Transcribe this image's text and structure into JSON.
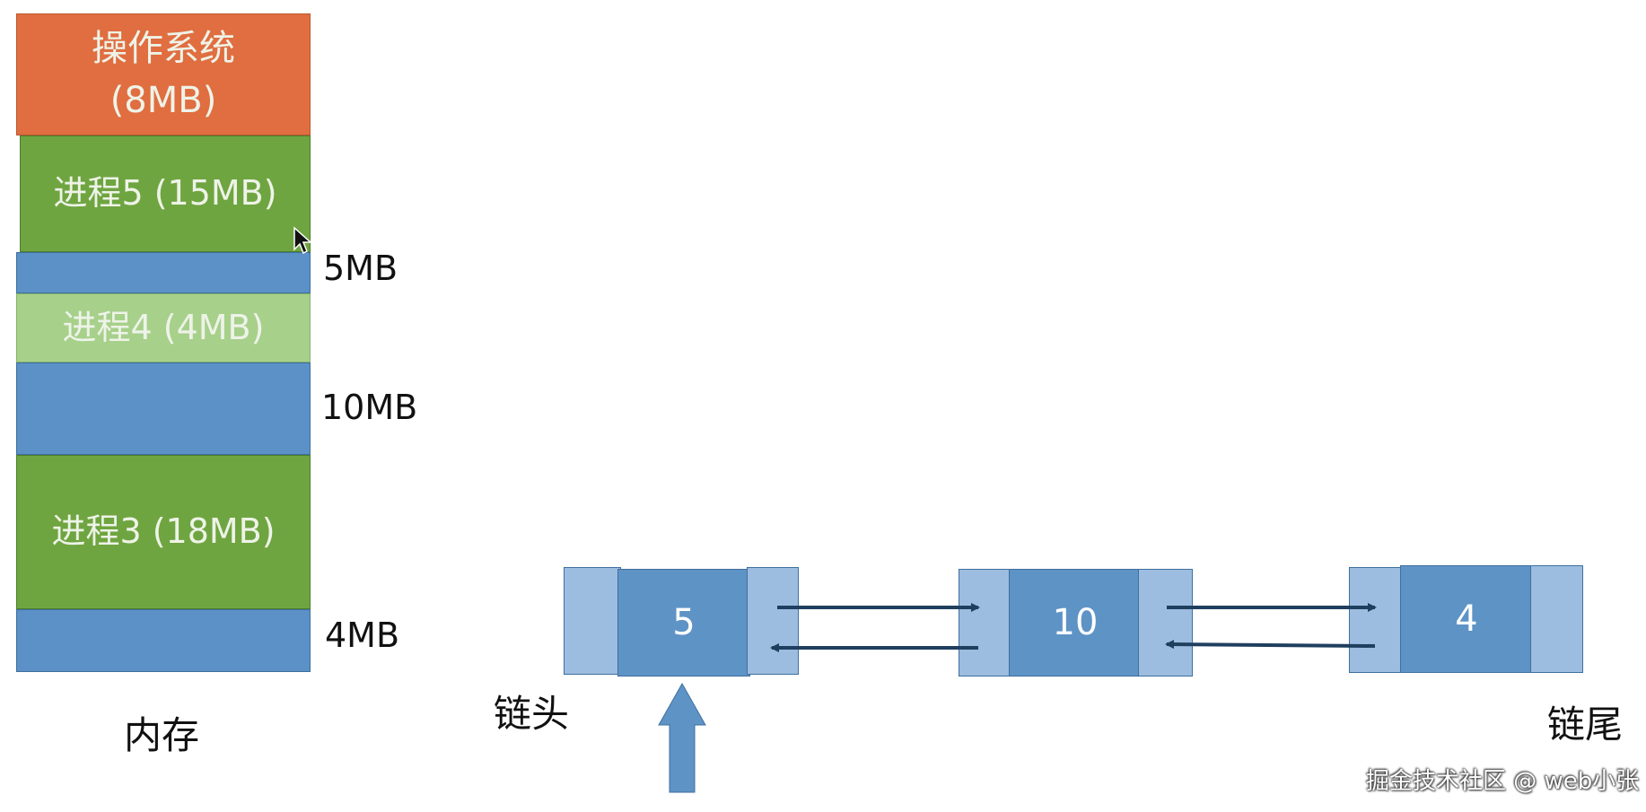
{
  "memory": {
    "blocks": [
      {
        "id": "os",
        "label_line1": "操作系统",
        "label_line2": "(8MB)",
        "color": "#e06e40"
      },
      {
        "id": "p5",
        "label": "进程5 (15MB)",
        "color": "#6fa540"
      },
      {
        "id": "free1",
        "size_label": "5MB",
        "color": "#5b91c7"
      },
      {
        "id": "p4",
        "label": "进程4 (4MB)",
        "color": "#a7d08b"
      },
      {
        "id": "free2",
        "size_label": "10MB",
        "color": "#5b91c7"
      },
      {
        "id": "p3",
        "label": "进程3 (18MB)",
        "color": "#6fa540"
      },
      {
        "id": "free3",
        "size_label": "4MB",
        "color": "#5b91c7"
      }
    ],
    "caption": "内存"
  },
  "linked_list": {
    "nodes": [
      {
        "value": "5"
      },
      {
        "value": "10"
      },
      {
        "value": "4"
      }
    ],
    "head_label": "链头",
    "tail_label": "链尾"
  },
  "watermark": "掘金技术社区 @ web小张",
  "colors": {
    "node_side": "#9cbde0",
    "node_center": "#5e93c6",
    "arrow": "#1f3f5f",
    "pointer_arrow": "#5e93c6"
  }
}
